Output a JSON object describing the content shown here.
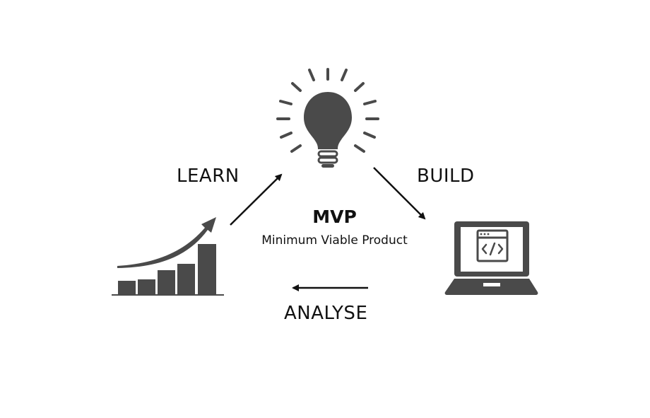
{
  "center": {
    "title": "MVP",
    "subtitle": "Minimum Viable Product"
  },
  "stages": {
    "learn": "LEARN",
    "build": "BUILD",
    "analyse": "ANALYSE"
  },
  "icons": {
    "idea": "lightbulb-icon",
    "build": "laptop-code-icon",
    "learn": "growth-chart-icon"
  },
  "colors": {
    "icon": "#4a4a4a",
    "text": "#111111",
    "background": "#ffffff"
  }
}
